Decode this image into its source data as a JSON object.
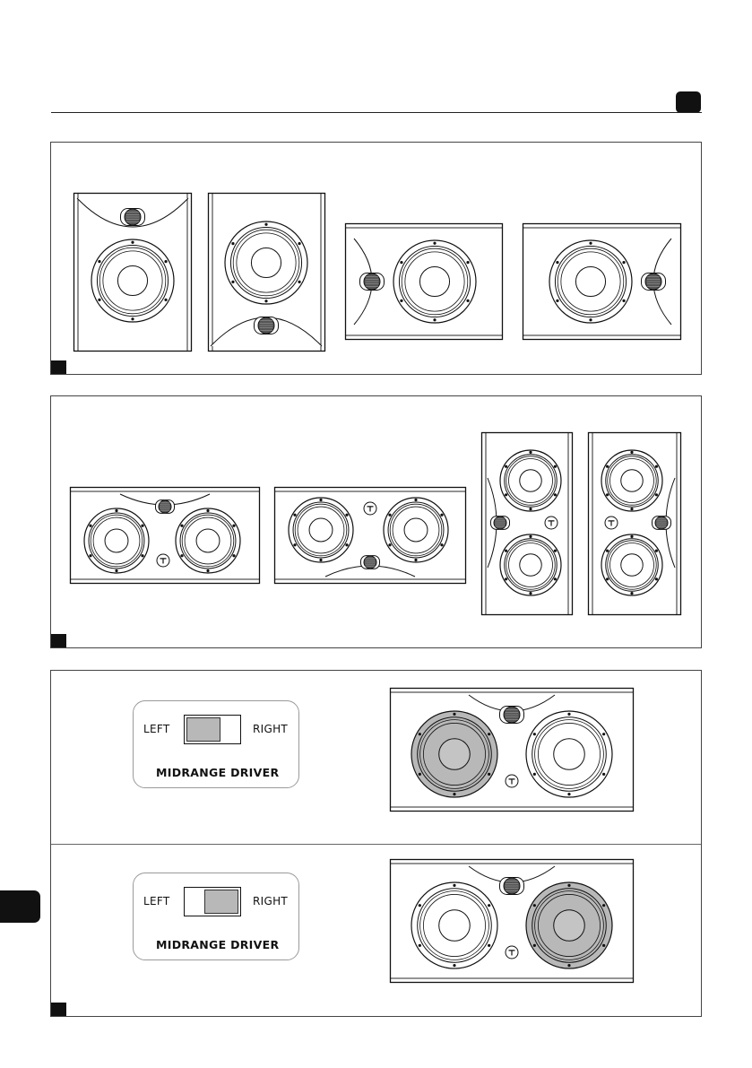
{
  "colors": {
    "ink": "#111111",
    "shaded_driver": "#b8b8b8",
    "frame": "#444444"
  },
  "switch_top": {
    "left_label": "LEFT",
    "right_label": "RIGHT",
    "title": "MIDRANGE DRIVER",
    "position": "left"
  },
  "switch_bottom": {
    "left_label": "LEFT",
    "right_label": "RIGHT",
    "title": "MIDRANGE DRIVER",
    "position": "right"
  },
  "speaker_views": {
    "panel1": [
      "vertical-tweeter-top",
      "vertical-tweeter-bottom",
      "horizontal-tweeter-left",
      "horizontal-tweeter-right"
    ],
    "panel2": [
      "center-tweeter-top",
      "center-tweeter-bottom",
      "vertical-center-tweeter-left",
      "vertical-center-tweeter-right"
    ],
    "panel3": [
      "center-left-midrange-shaded",
      "center-right-midrange-shaded"
    ]
  }
}
